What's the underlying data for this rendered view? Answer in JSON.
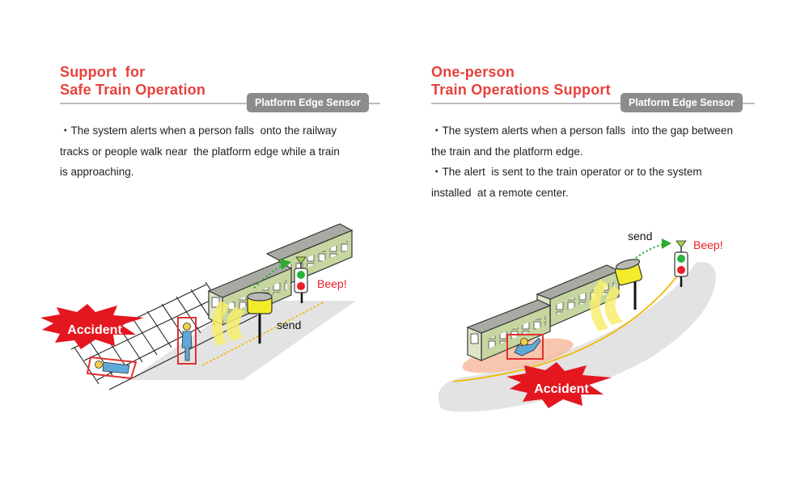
{
  "left_panel": {
    "title_line1": "Support  for",
    "title_line2": "Safe Train Operation",
    "badge": "Platform Edge Sensor",
    "description": [
      "・The system alerts when a person falls  onto the railway",
      "tracks or people walk near  the platform edge while a train",
      "is approaching."
    ],
    "labels": {
      "accident": "Accident",
      "send": "send",
      "beep": "Beep!"
    }
  },
  "right_panel": {
    "title_line1": "One-person",
    "title_line2": "Train Operations Support",
    "badge": "Platform Edge Sensor",
    "description": [
      "・The system alerts when a person falls  into the gap between",
      "the train and the platform edge.",
      "・The alert  is sent to the train operator or to the system",
      "installed  at a remote center."
    ],
    "labels": {
      "accident": "Accident",
      "send": "send",
      "beep": "Beep!"
    }
  },
  "colors": {
    "title_red": "#e8413c",
    "badge_gray": "#8c8c8c",
    "train_green": "#c6d6a0",
    "train_roof": "#a9aaa4",
    "sensor_yellow": "#f3ec2a",
    "send_arrow_green": "#2eaa2e",
    "accident_red": "#e4161f",
    "beep_red": "#e8202a",
    "person_blue": "#5fa9d8",
    "platform_gray": "#e2e2e2",
    "yellow_line": "#f2b800"
  }
}
